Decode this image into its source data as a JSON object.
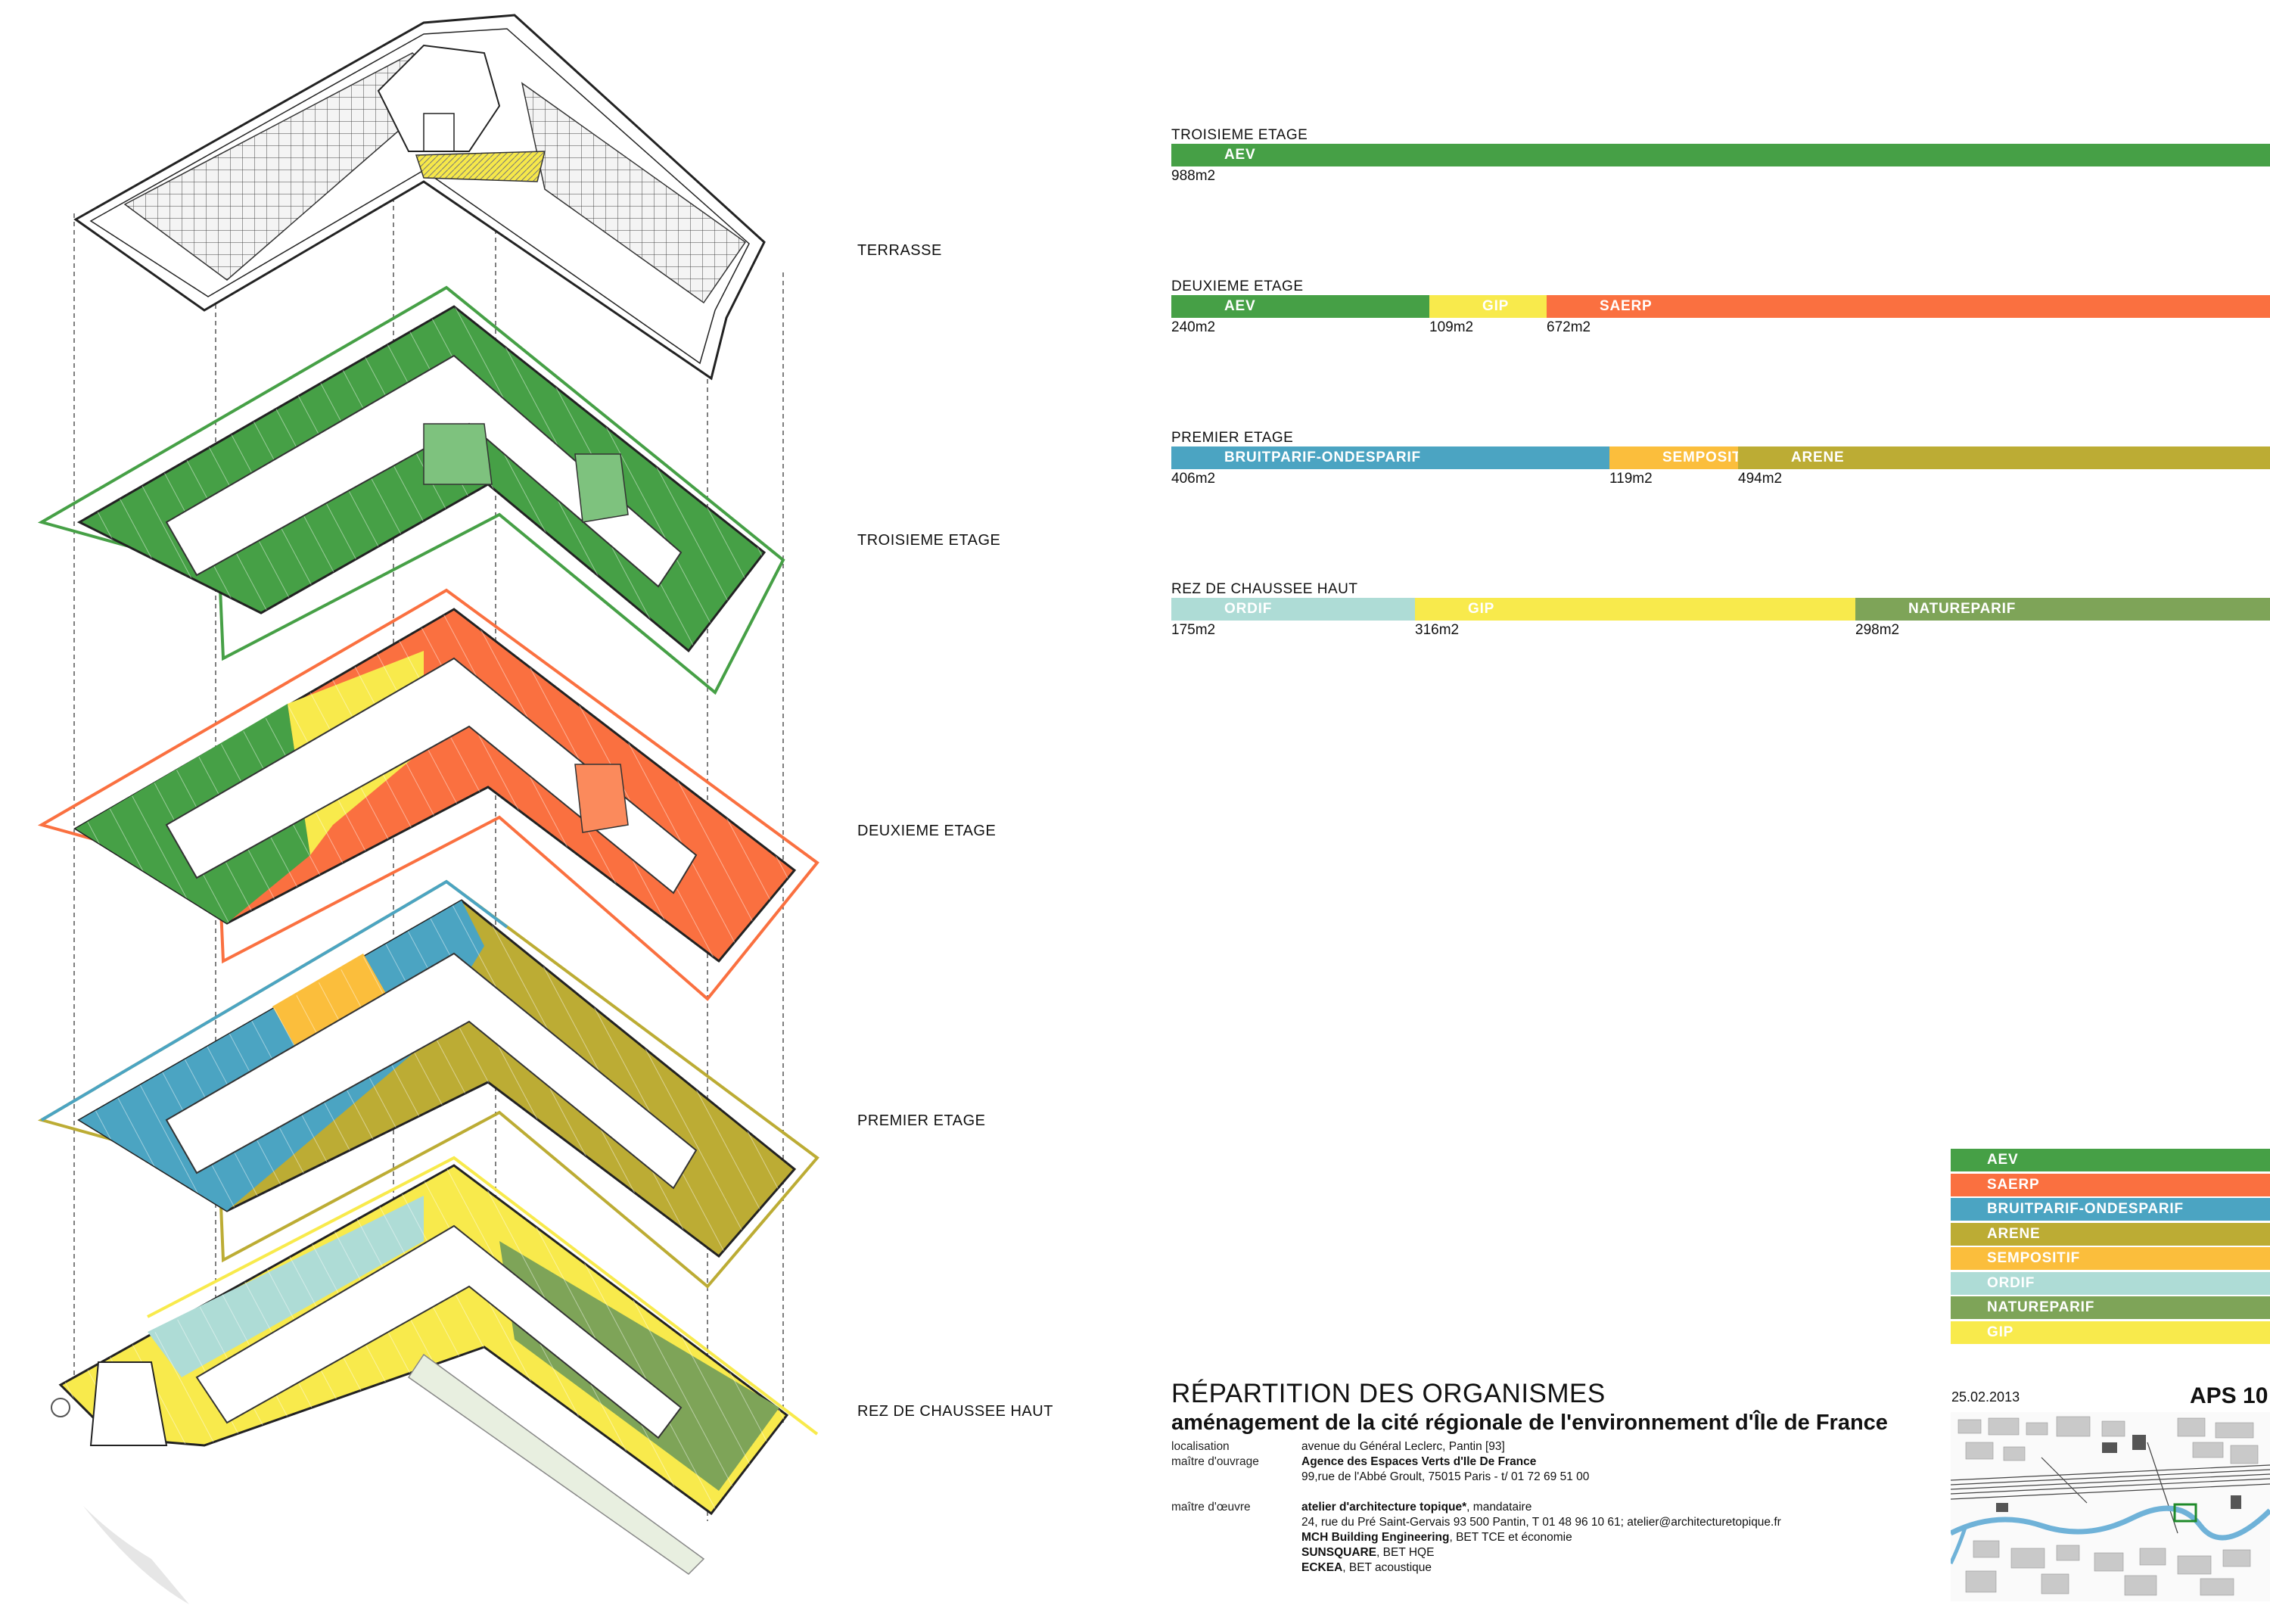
{
  "floor_labels": {
    "terrasse": "TERRASSE",
    "troisieme": "TROISIEME  ETAGE",
    "deuxieme": "DEUXIEME ETAGE",
    "premier": "PREMIER ETAGE",
    "rdc": "REZ DE CHAUSSEE HAUT"
  },
  "chart_data": {
    "type": "bar",
    "stacked": true,
    "floors": [
      {
        "name": "TROISIEME  ETAGE",
        "segments": [
          {
            "org": "AEV",
            "area": "988m2",
            "value": 988
          }
        ]
      },
      {
        "name": "DEUXIEME ETAGE",
        "segments": [
          {
            "org": "AEV",
            "area": "240m2",
            "value": 240
          },
          {
            "org": "GIP",
            "area": "109m2",
            "value": 109
          },
          {
            "org": "SAERP",
            "area": "672m2",
            "value": 672
          }
        ]
      },
      {
        "name": "PREMIER ETAGE",
        "segments": [
          {
            "org": "BRUITPARIF-ONDESPARIF",
            "area": "406m2",
            "value": 406
          },
          {
            "org": "SEMPOSITIF",
            "area": "119m2",
            "value": 119
          },
          {
            "org": "ARENE",
            "area": "494m2",
            "value": 494
          }
        ]
      },
      {
        "name": "REZ DE CHAUSSEE HAUT",
        "segments": [
          {
            "org": "ORDIF",
            "area": "175m2",
            "value": 175
          },
          {
            "org": "GIP",
            "area": "316m2",
            "value": 316
          },
          {
            "org": "NATUREPARIF",
            "area": "298m2",
            "value": 298
          }
        ]
      }
    ]
  },
  "colors": {
    "AEV": "#46a046",
    "SAERP": "#fa7040",
    "BRUITPARIF-ONDESPARIF": "#4ba4c2",
    "ARENE": "#bcac34",
    "SEMPOSITIF": "#fbbe3c",
    "ORDIF": "#aedcd6",
    "NATUREPARIF": "#7ea458",
    "GIP": "#f8ea4c"
  },
  "legend": [
    "AEV",
    "SAERP",
    "BRUITPARIF-ONDESPARIF",
    "ARENE",
    "SEMPOSITIF",
    "ORDIF",
    "NATUREPARIF",
    "GIP"
  ],
  "footer": {
    "title": "RÉPARTITION DES ORGANISMES",
    "subtitle": "aménagement de la cité régionale de l'environnement d'Île de France",
    "localisation_label": "localisation",
    "localisation": "avenue du Général Leclerc, Pantin [93]",
    "maitre_ouvrage_label": "maître d'ouvrage",
    "maitre_ouvrage": "Agence des Espaces Verts d'Ile De France",
    "maitre_ouvrage_addr": "99,rue de l'Abbé Groult, 75015 Paris - t/ 01 72 69 51 00",
    "maitre_oeuvre_label": "maître d'œuvre",
    "oeuvre_name": "atelier d'architecture topique*",
    "oeuvre_role": ", mandataire",
    "oeuvre_addr": "24, rue du Pré Saint-Gervais 93 500 Pantin, T 01 48 96 10 61; atelier@architecturetopique.fr",
    "mch_name": "MCH Building Engineering",
    "mch_role": ", BET TCE et économie",
    "sun_name": "SUNSQUARE",
    "sun_role": ", BET HQE",
    "eck_name": "ECKEA",
    "eck_role": ", BET acoustique",
    "date": "25.02.2013",
    "code": "APS 10"
  }
}
